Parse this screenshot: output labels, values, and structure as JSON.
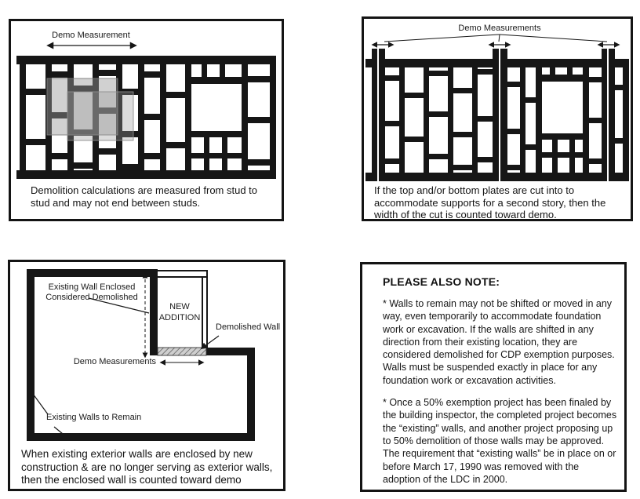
{
  "panels": {
    "stud_to_stud": {
      "arrow_label": "Demo Measurement",
      "caption": "Demolition calculations are measured from stud to stud and may not end between studs."
    },
    "plates_cut": {
      "arrow_label": "Demo Measurements",
      "caption": "If the top and/or bottom plates are cut into to accommodate supports for a second story, then the width of the cut is counted toward demo."
    },
    "enclosed_walls": {
      "label_enclosed_wall": "Existing Wall Enclosed Considered Demolished",
      "label_new_addition": "NEW ADDITION",
      "label_demolished_wall": "Demolished Wall",
      "label_demo_measurements": "Demo Measurements",
      "label_walls_to_remain": "Existing Walls to Remain",
      "caption": "When existing exterior walls are enclosed by new construction & are no longer serving as exterior walls, then the enclosed wall is counted toward demo"
    },
    "note": {
      "title": "PLEASE ALSO NOTE:",
      "paragraphs": [
        "* Walls to remain may not be shifted or moved in any way, even temporarily to accommodate foundation work or excavation. If the walls are shifted in any direction from their existing location, they are considered demolished for CDP exemption purposes. Walls must be suspended exactly in place for any foundation work or excavation activities.",
        "* Once a 50% exemption project has been finaled by the building inspector, the completed project becomes the “existing” walls, and another project proposing up to 50% demolition of those walls may be approved. The requirement that “existing walls” be in place on or before March 17, 1990 was removed with the adoption of the LDC in 2000."
      ]
    }
  },
  "colors": {
    "ink": "#161616",
    "paper": "#ffffff",
    "demo_shade": "#bdbdbd"
  }
}
